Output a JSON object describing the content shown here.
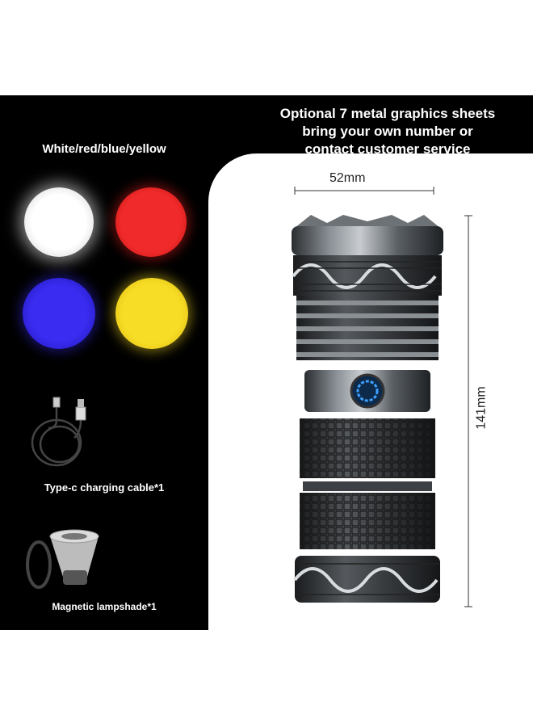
{
  "header": {
    "lines": [
      "Optional 7 metal graphics sheets",
      "bring your own number or",
      "contact customer service"
    ]
  },
  "colors": {
    "label": "White/red/blue/yellow",
    "swatches": [
      {
        "name": "white",
        "color": "#ffffff"
      },
      {
        "name": "red",
        "color": "#e8212a"
      },
      {
        "name": "blue",
        "color": "#2a1fd6"
      },
      {
        "name": "yellow",
        "color": "#f2d21a"
      }
    ]
  },
  "accessories": {
    "cable_label": "Type-c charging cable*1",
    "shade_label": "Magnetic lampshade*1"
  },
  "dimensions": {
    "width": "52mm",
    "height": "141mm"
  },
  "icons": [
    "usb-cable-icon",
    "lampshade-icon",
    "flashlight-illustration"
  ]
}
